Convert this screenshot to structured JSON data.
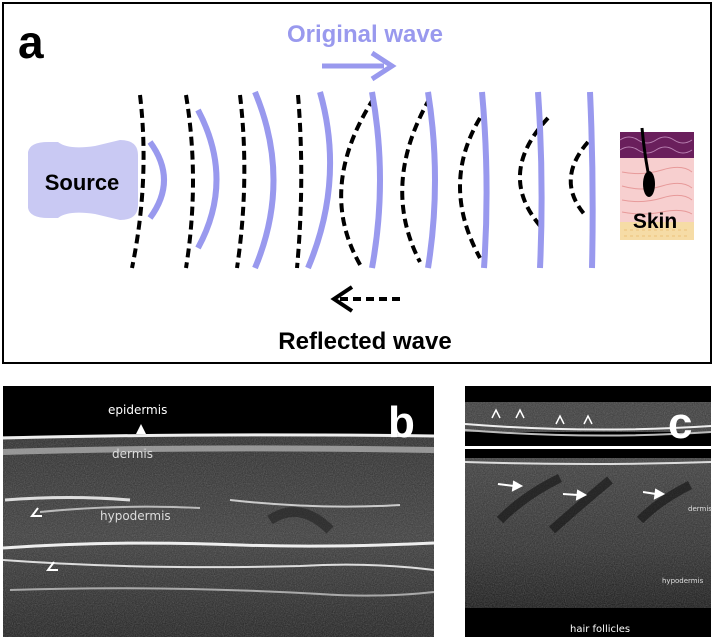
{
  "panels": {
    "a": {
      "letter": "a",
      "original_wave": "Original wave",
      "reflected_wave": "Reflected wave",
      "source": "Source",
      "skin": "Skin"
    },
    "b": {
      "letter": "b",
      "epidermis": "epidermis",
      "dermis": "dermis",
      "hypodermis": "hypodermis"
    },
    "c": {
      "letter": "c",
      "dermis": "dermis",
      "hypodermis": "hypodermis",
      "hair_follicles": "hair follicles"
    }
  },
  "colors": {
    "wave": "#9999ee",
    "source": "#c9c9f3",
    "epidermis_band": "#6a1f5c",
    "dermis_band": "#f7cfcf",
    "hypodermis_band": "#f6dca6",
    "ultrasound_bg": "#0a0a0a"
  },
  "icons": {
    "original_arrow": "arrow-right-icon",
    "reflected_arrow": "dashed-arrow-left-icon",
    "source_shape": "transducer-icon",
    "skin_shape": "skin-cross-section-icon",
    "markers": "arrowhead-marker-icon"
  }
}
